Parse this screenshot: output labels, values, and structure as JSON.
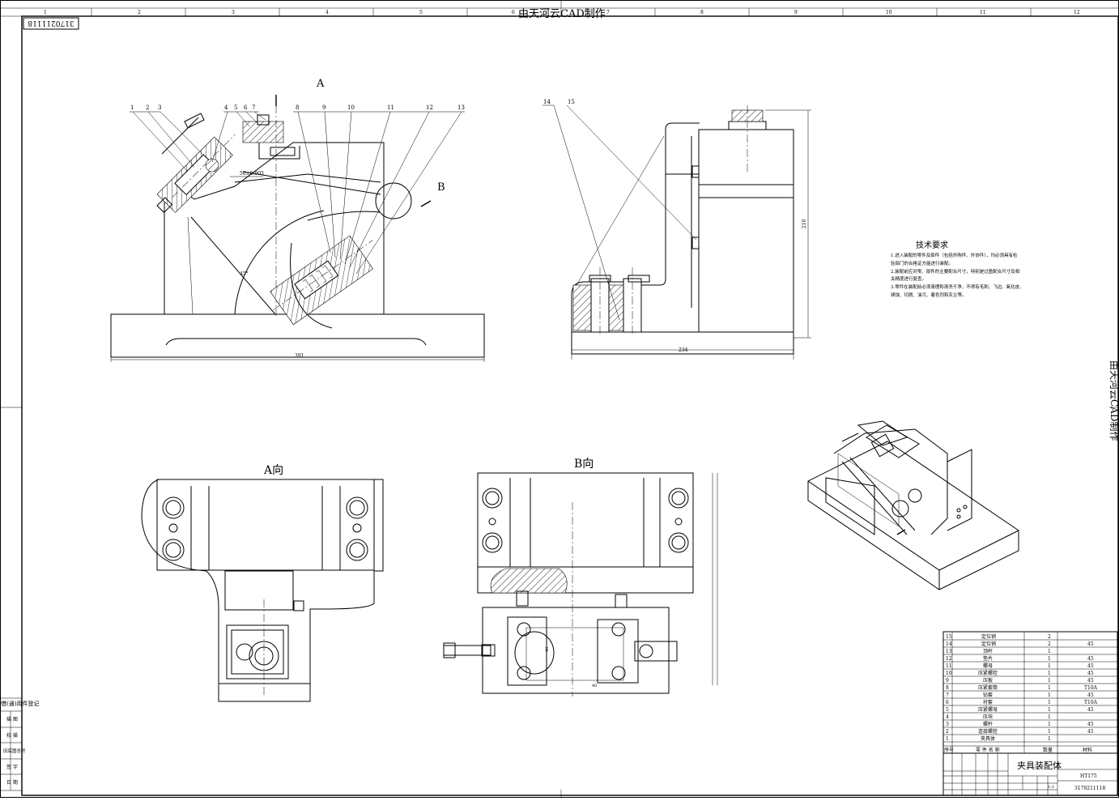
{
  "header": {
    "watermark_top": "由天河云CAD制作",
    "drawing_number_rotated": "3170211118",
    "column_numbers": [
      "1",
      "2",
      "3",
      "4",
      "5",
      "6",
      "7",
      "8",
      "9",
      "10",
      "11",
      "12"
    ]
  },
  "views": {
    "main_view_label": "A",
    "b_arrow_label": "B",
    "main_dim_width": "391",
    "main_dim_angle": "45°",
    "main_dim_tol": "50±0.003",
    "main_leaders": [
      "1",
      "2",
      "3",
      "4",
      "5",
      "6",
      "7",
      "8",
      "9",
      "10",
      "11",
      "12",
      "13"
    ],
    "side_leaders": [
      "14",
      "15"
    ],
    "side_dim_width": "234",
    "side_dim_height": "210",
    "a_view_title": "A向",
    "b_view_title": "B向",
    "b_dim_small": "40",
    "b_dim_h": "40"
  },
  "tech": {
    "title": "技术要求",
    "lines": [
      "1.进入装配的零件及部件（包括外购件、外协件），均必须具有检",
      "验部门的合格证方能进行装配。",
      "2.装配前应对零、部件的主要配合尺寸，特别是过盈配合尺寸及相",
      "关精度进行复查。",
      "3.零件在装配前必须清理和清洗干净，不得有毛刺、飞边、氧化皮、",
      "锈蚀、切屑、油污、着色剂和灰尘等。"
    ]
  },
  "bom": {
    "rows": [
      {
        "no": "15",
        "name": "定位销",
        "qty": "2",
        "mat": ""
      },
      {
        "no": "14",
        "name": "定位销",
        "qty": "2",
        "mat": "45"
      },
      {
        "no": "13",
        "name": "顶杆",
        "qty": "1",
        "mat": ""
      },
      {
        "no": "12",
        "name": "垫片",
        "qty": "1",
        "mat": "45"
      },
      {
        "no": "11",
        "name": "螺母",
        "qty": "1",
        "mat": "45"
      },
      {
        "no": "10",
        "name": "压紧螺栓",
        "qty": "1",
        "mat": "45"
      },
      {
        "no": "9",
        "name": "压板",
        "qty": "1",
        "mat": "45"
      },
      {
        "no": "8",
        "name": "压紧套筒",
        "qty": "1",
        "mat": "T10A"
      },
      {
        "no": "7",
        "name": "钻套",
        "qty": "1",
        "mat": "45"
      },
      {
        "no": "6",
        "name": "衬套",
        "qty": "1",
        "mat": "T10A"
      },
      {
        "no": "5",
        "name": "压紧螺母",
        "qty": "1",
        "mat": "45"
      },
      {
        "no": "4",
        "name": "压块",
        "qty": "1",
        "mat": ""
      },
      {
        "no": "3",
        "name": "螺杆",
        "qty": "1",
        "mat": "45"
      },
      {
        "no": "2",
        "name": "连接螺栓",
        "qty": "1",
        "mat": "45"
      },
      {
        "no": "1",
        "name": "夹具体",
        "qty": "1",
        "mat": ""
      }
    ],
    "head_no": "序号",
    "head_name": "零 件 名 称",
    "head_qty": "数量",
    "head_mat": "材料"
  },
  "title_block": {
    "name": "夹具装配体",
    "material": "HT175",
    "drawing_no": "3170211118",
    "scale": "1:1"
  },
  "left_strip": {
    "items": [
      "借(通)用件登记",
      "描 图",
      "校 描",
      "旧底图总号",
      "签 字",
      "日 期"
    ]
  },
  "right_strip_text": "由天河云CAD制作"
}
